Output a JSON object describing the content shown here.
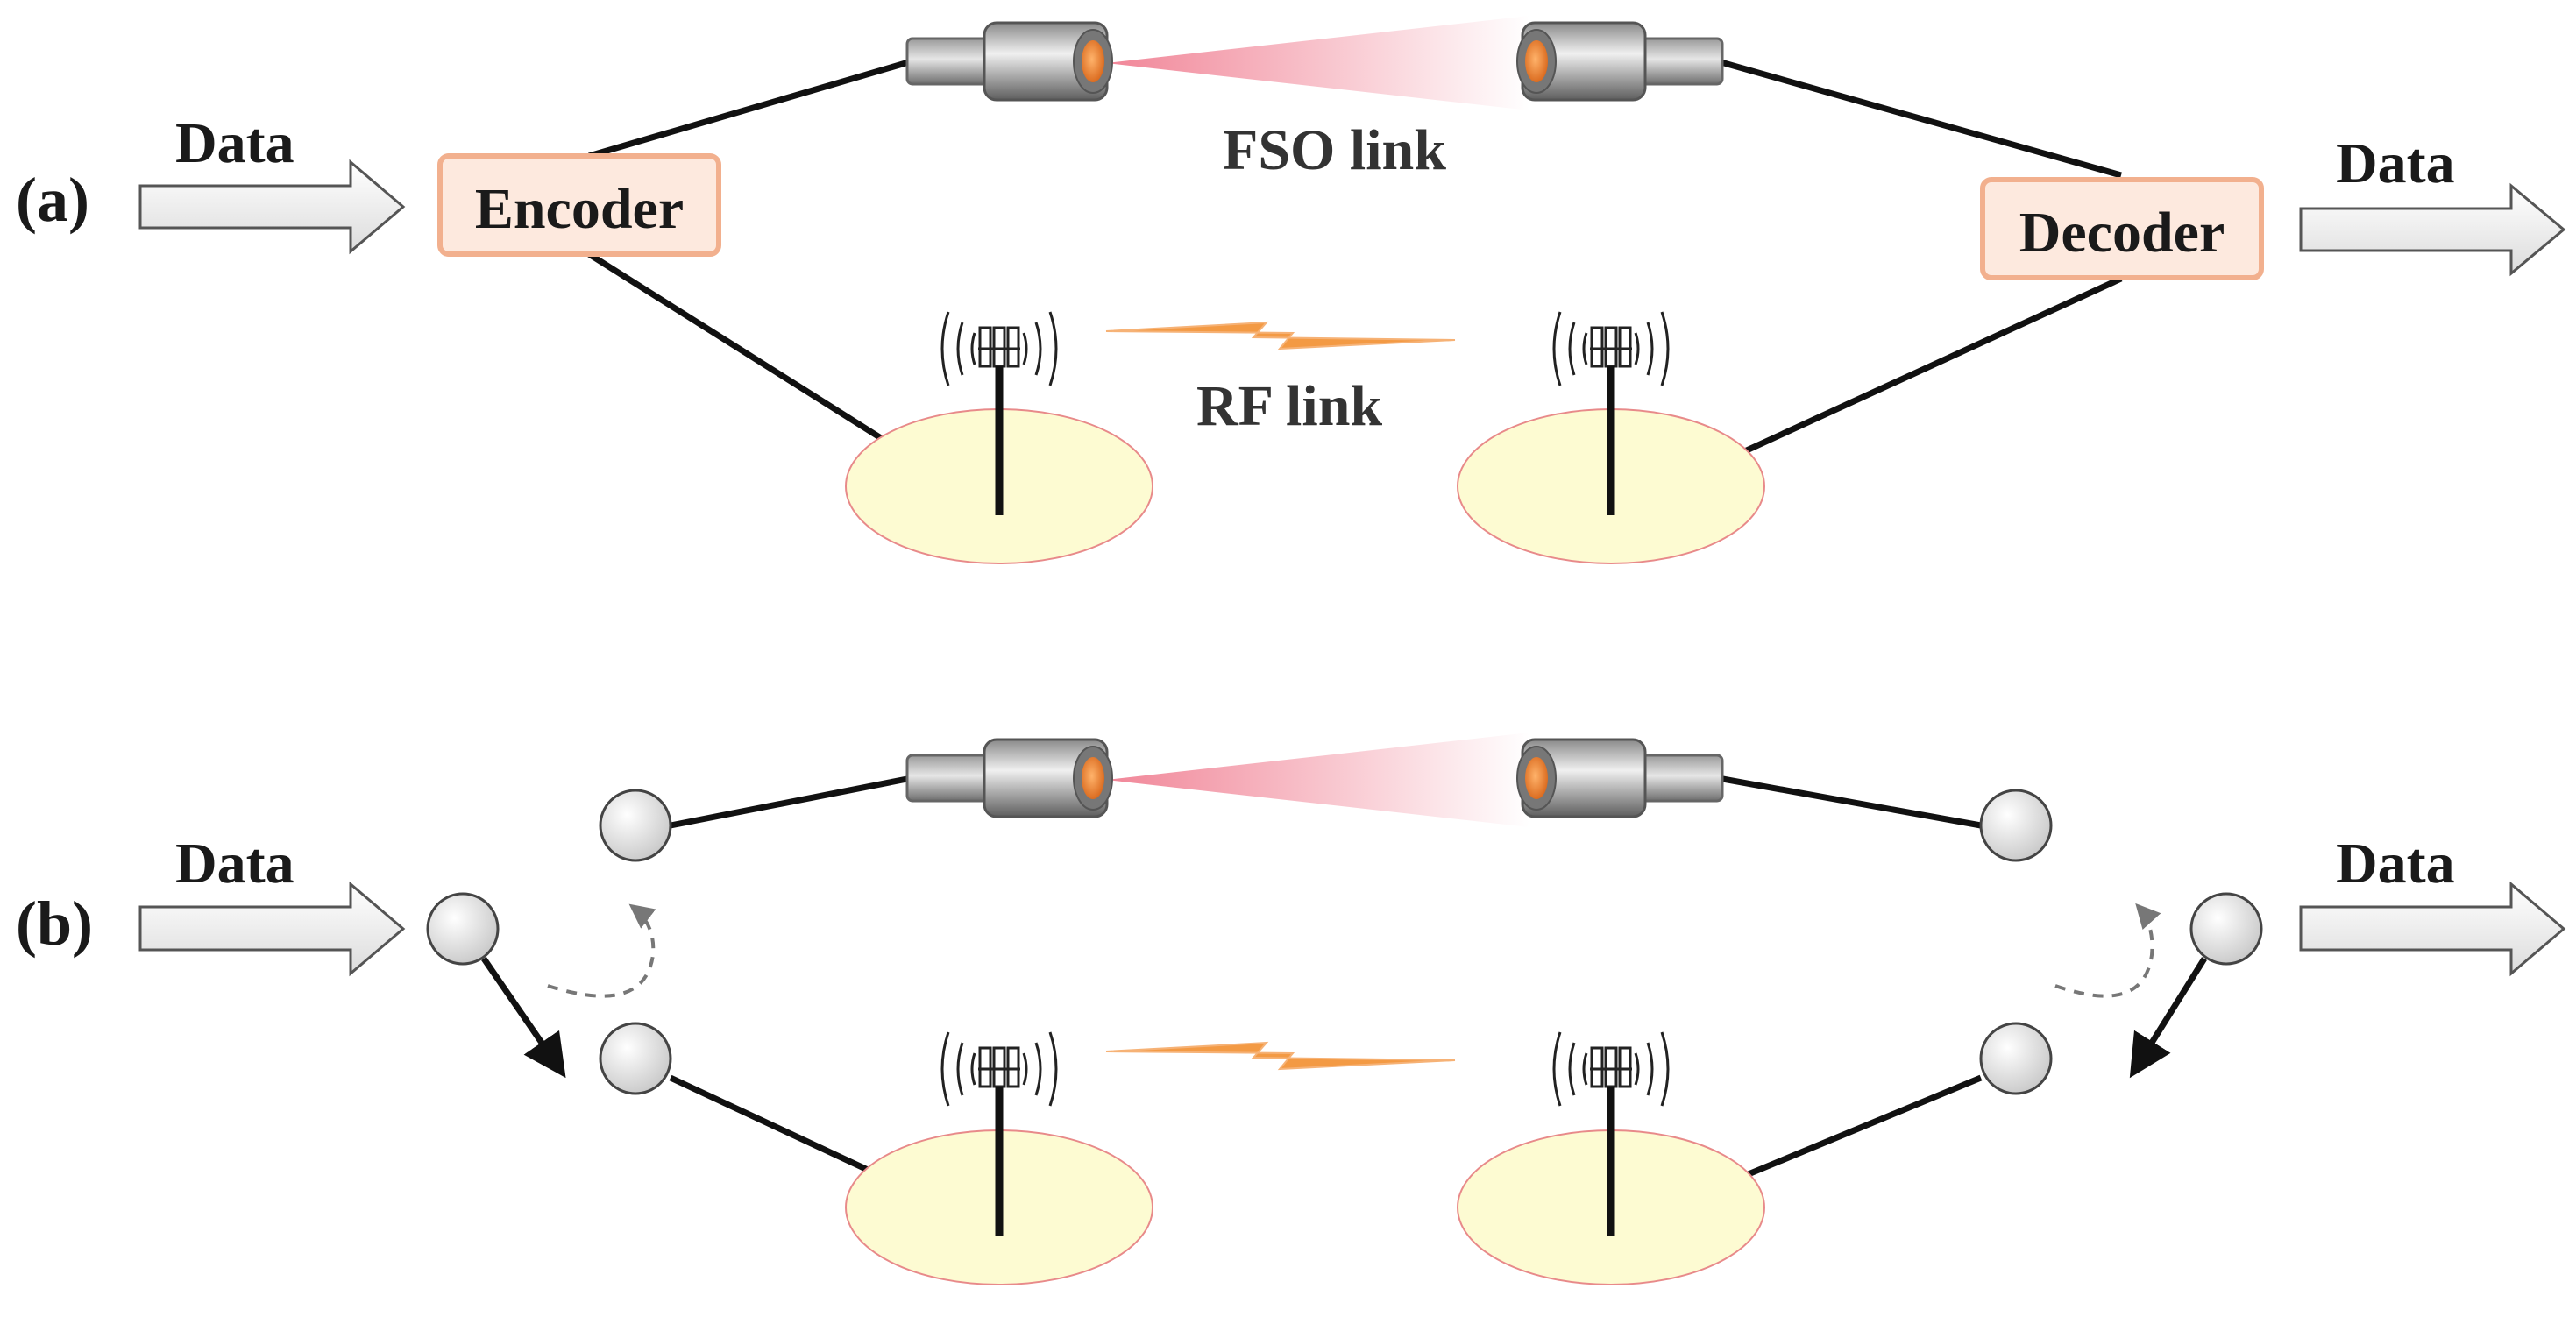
{
  "panel_a": {
    "label": "(a)",
    "input_label": "Data",
    "output_label": "Data",
    "encoder_label": "Encoder",
    "decoder_label": "Decoder",
    "fso_label": "FSO link",
    "rf_label": "RF link"
  },
  "panel_b": {
    "label": "(b)",
    "input_label": "Data",
    "output_label": "Data"
  },
  "colors": {
    "line": "#111111",
    "box_border": "#f2b08e",
    "box_fill": "#fde9de",
    "arrow_fill": "#eeeeee",
    "arrow_stroke": "#555555",
    "ellipse_fill": "#fdfbd2",
    "ellipse_stroke": "#e88a8a",
    "beam": "#f08a98",
    "lens": "#e8822a",
    "bolt": "#f39a44",
    "node_fill": "#e2e2e2"
  }
}
